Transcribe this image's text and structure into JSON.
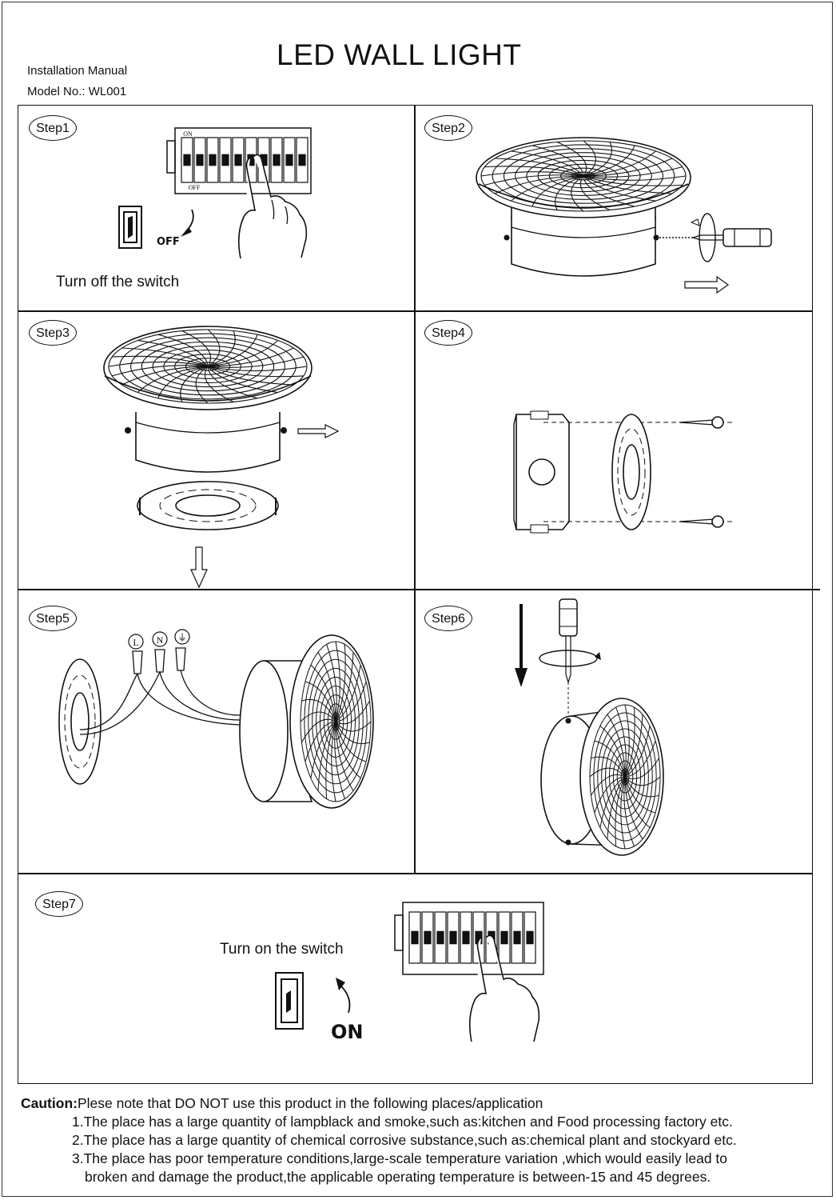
{
  "header": {
    "manual_label": "Installation Manual",
    "model_label": "Model No.: WL001",
    "title": "LED WALL LIGHT"
  },
  "steps": [
    {
      "label": "Step1",
      "caption": "Turn off the switch",
      "switch_word": "OFF"
    },
    {
      "label": "Step2"
    },
    {
      "label": "Step3"
    },
    {
      "label": "Step4"
    },
    {
      "label": "Step5",
      "terminals": [
        "L",
        "N",
        "⏚"
      ]
    },
    {
      "label": "Step6"
    },
    {
      "label": "Step7",
      "caption": "Turn on the switch",
      "switch_word": "ON"
    }
  ],
  "breaker": {
    "on": "ON",
    "off": "OFF"
  },
  "caution": {
    "label": "Caution:",
    "intro": "Plese note that DO NOT use this product in the following places/application",
    "items": [
      "1.The place has a large quantity of lampblack and smoke,such as:kitchen and Food processing factory etc.",
      "2.The place has a large quantity of chemical corrosive substance,such as:chemical plant and stockyard etc.",
      "3.The place has poor temperature conditions,large-scale temperature variation ,which would easily lead to"
    ],
    "item3_cont": "broken and damage the product,the applicable operating temperature is between-15 and 45 degrees."
  },
  "colors": {
    "ink": "#111111",
    "paper": "#ffffff"
  }
}
